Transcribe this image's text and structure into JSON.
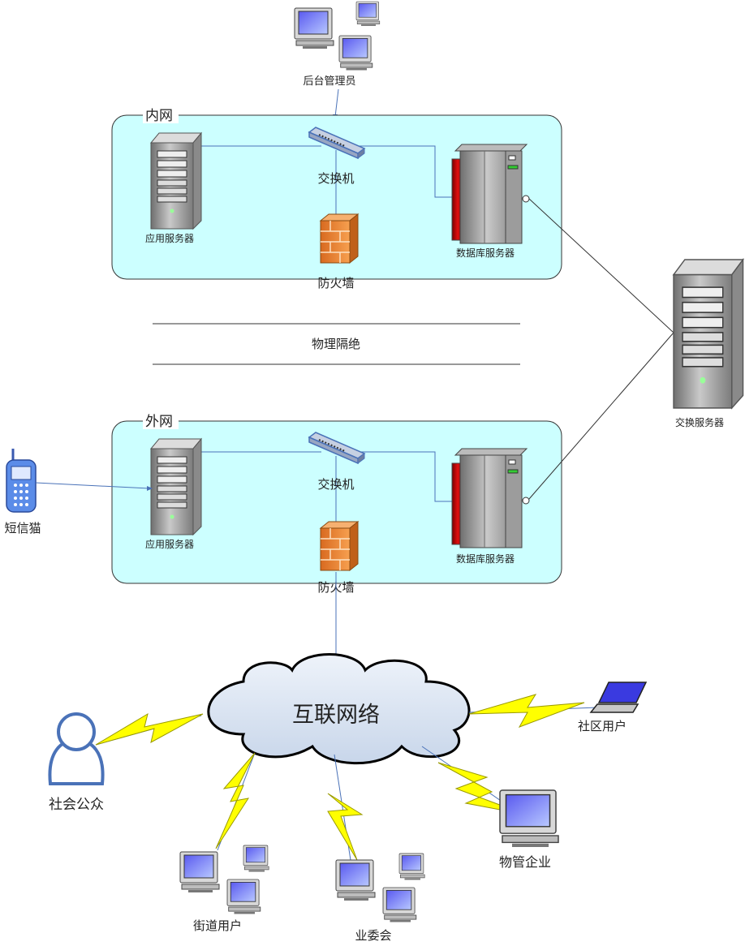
{
  "admin": {
    "label": "后台管理员"
  },
  "inner": {
    "title": "内网",
    "app_server": "应用服务器",
    "switch": "交换机",
    "firewall": "防火墙",
    "db_server": "数据库服务器"
  },
  "isolation": {
    "label": "物理隔绝"
  },
  "outer": {
    "title": "外网",
    "app_server": "应用服务器",
    "switch": "交换机",
    "firewall": "防火墙",
    "db_server": "数据库服务器"
  },
  "exchange_server": {
    "label": "交换服务器"
  },
  "sms_modem": {
    "label": "短信猫"
  },
  "internet": {
    "label": "互联网络"
  },
  "public": {
    "label": "社会公众"
  },
  "community_user": {
    "label": "社区用户"
  },
  "property_company": {
    "label": "物管企业"
  },
  "street_user": {
    "label": "街道用户"
  },
  "owners_committee": {
    "label": "业委会"
  },
  "colors": {
    "zone_fill": "#ccffff",
    "link_blue": "#4a72b8",
    "bolt_yellow": "#ffff00",
    "firewall_orange": "#f08a30",
    "db_red": "#cc0000",
    "cloud_fill": "#dde6f2"
  }
}
